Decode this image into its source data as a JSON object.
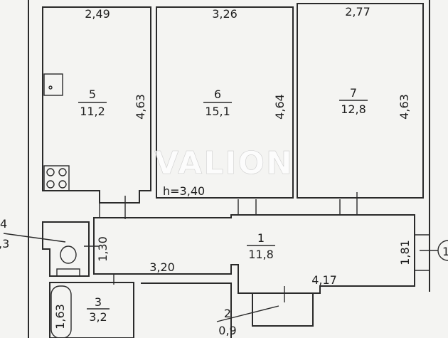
{
  "watermark": "VALION",
  "ceiling_height": "h=3,40",
  "axis_marker": "1",
  "rooms": {
    "r5": {
      "number": "5",
      "area": "11,2",
      "width": "2,49",
      "length": "4,63"
    },
    "r6": {
      "number": "6",
      "area": "15,1",
      "width": "3,26",
      "length": "4,64"
    },
    "r7": {
      "number": "7",
      "area": "12,8",
      "width": "2,77",
      "length": "4,63"
    },
    "r1": {
      "number": "1",
      "area": "11,8",
      "length_a": "3,20",
      "length_b": "4,17",
      "width": "1,81",
      "width_b": "1,30"
    },
    "r4": {
      "number": "4",
      "area": ",3"
    },
    "r3": {
      "number": "3",
      "area": "3,2",
      "length": "1,63"
    },
    "r2": {
      "number": "2",
      "area": "0,9"
    }
  }
}
